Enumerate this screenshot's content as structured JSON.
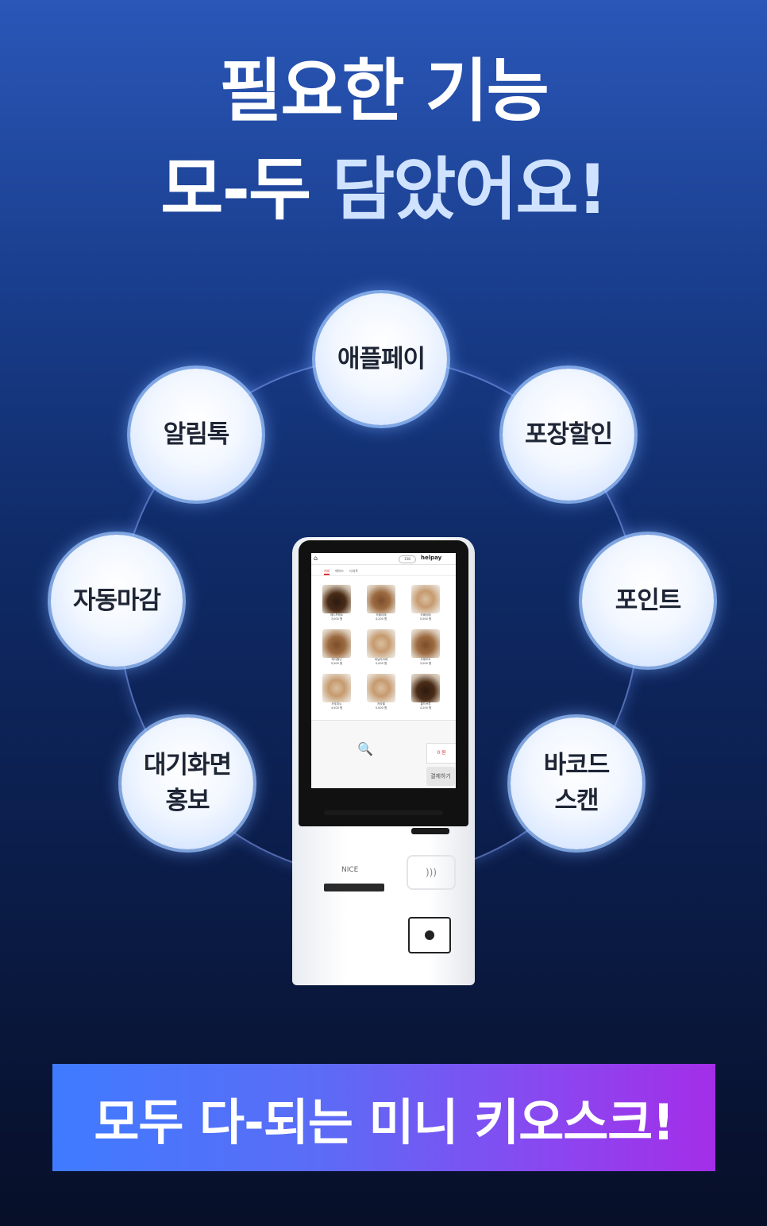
{
  "headline": {
    "line1": "필요한 기능",
    "line2_prefix": "모-두 ",
    "line2_accent": "담았어요!"
  },
  "features": {
    "top": "애플페이",
    "top_left": "알림톡",
    "top_right": "포장할인",
    "left": "자동마감",
    "right": "포인트",
    "bottom_left_1": "대기화면",
    "bottom_left_2": "홍보",
    "bottom_right_1": "바코드",
    "bottom_right_2": "스캔"
  },
  "kiosk": {
    "brand": "helpay",
    "timer": "158",
    "device_logo": "NICE",
    "tabs": [
      "커피",
      "에이드",
      "디저트"
    ],
    "items": [
      {
        "name": "에스프레소",
        "price": "3,000 원"
      },
      {
        "name": "카페라떼",
        "price": "4,200 원"
      },
      {
        "name": "카페라떼",
        "price": "5,000 원"
      },
      {
        "name": "헤이즐넛",
        "price": "5,000 원"
      },
      {
        "name": "바닐라라떼",
        "price": "5,000 원"
      },
      {
        "name": "카페모카",
        "price": "3,000 원"
      },
      {
        "name": "카푸치노",
        "price": "4,500 원"
      },
      {
        "name": "카라멜",
        "price": "5,000 원"
      },
      {
        "name": "콜드브루",
        "price": "4,200 원"
      }
    ],
    "total": "0 원",
    "pay_button": "결제하기"
  },
  "banner": {
    "text": "모두 다-되는 미니 키오스크!"
  },
  "colors": {
    "bg_top": "#2a57b8",
    "bg_bottom": "#070f28",
    "banner_left": "#3f7bff",
    "banner_right": "#a42ee8"
  }
}
